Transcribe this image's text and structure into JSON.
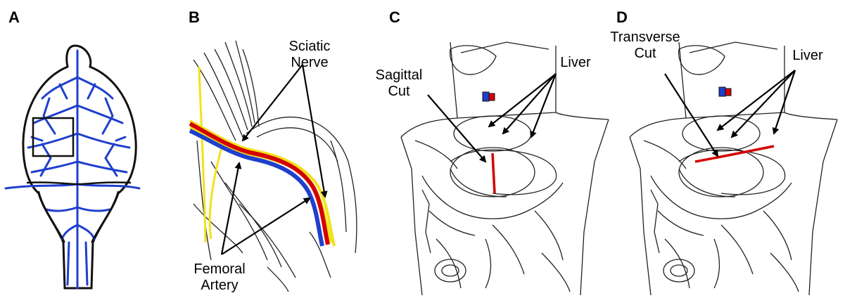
{
  "panels": [
    {
      "letter": "A"
    },
    {
      "letter": "B",
      "labels": {
        "sciatic": [
          "Sciatic",
          "Nerve"
        ],
        "femoral": [
          "Femoral",
          "Artery"
        ]
      }
    },
    {
      "letter": "C",
      "labels": {
        "cut": [
          "Sagittal",
          "Cut"
        ],
        "organ": "Liver"
      }
    },
    {
      "letter": "D",
      "labels": {
        "cut": [
          "Transverse",
          "Cut"
        ],
        "organ": "Liver"
      }
    }
  ],
  "colors": {
    "vessel_blue": "#1f3fcc",
    "artery_red": "#d40000",
    "nerve_yellow": "#f2e21a",
    "cut_red": "#d40000",
    "ink": "#000000"
  }
}
